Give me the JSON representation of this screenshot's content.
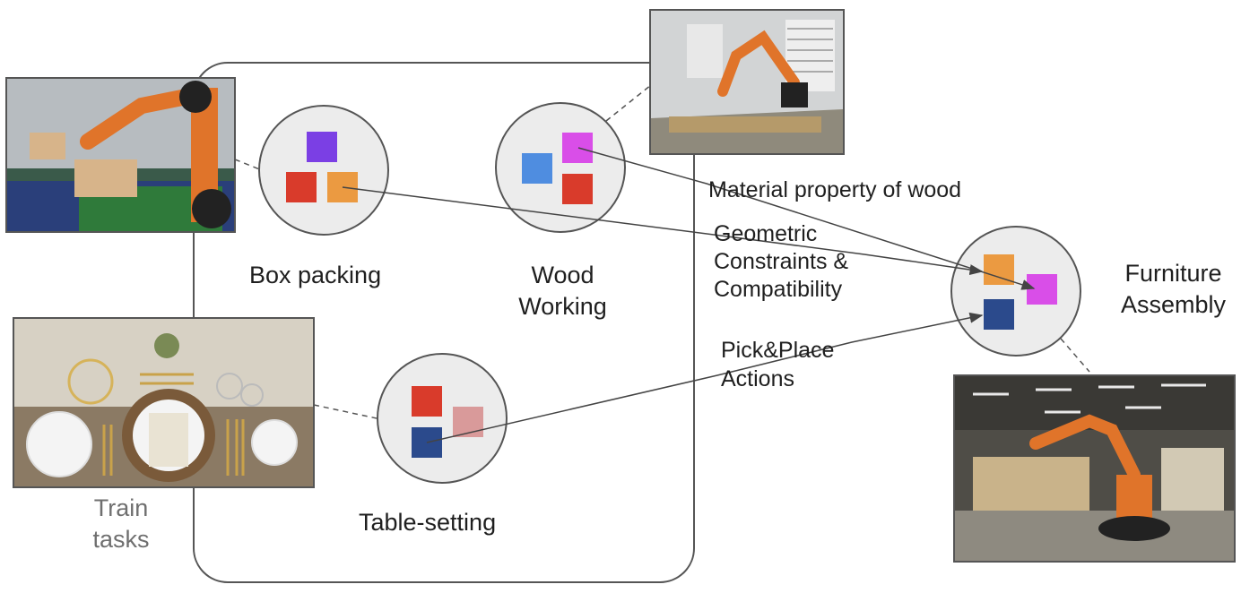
{
  "labels": {
    "box_packing": "Box packing",
    "wood_working": "Wood\nWorking",
    "table_setting": "Table-setting",
    "furniture_assembly": "Furniture\nAssembly",
    "train_tasks": "Train\ntasks",
    "material_property": "Material property of wood",
    "geometric_constraints": "Geometric\nConstraints &\nCompatibility",
    "pick_place": "Pick&Place\nActions"
  },
  "colors": {
    "circle_fill": "#ececec",
    "circle_stroke": "#555555",
    "purple": "#7b3fe4",
    "red": "#d93b2b",
    "orange": "#eb9a41",
    "blue": "#4f8de0",
    "magenta": "#d94ee8",
    "pink": "#d99a9a",
    "navy": "#2b4a8c",
    "robot_orange": "#e0742a"
  },
  "icons": {
    "box_packing_photo": "robot-arm-conveyor-photo",
    "wood_working_photo": "robot-arm-woodshop-photo",
    "table_setting_photo": "table-setting-photo",
    "furniture_assembly_photo": "factory-robot-photo"
  }
}
